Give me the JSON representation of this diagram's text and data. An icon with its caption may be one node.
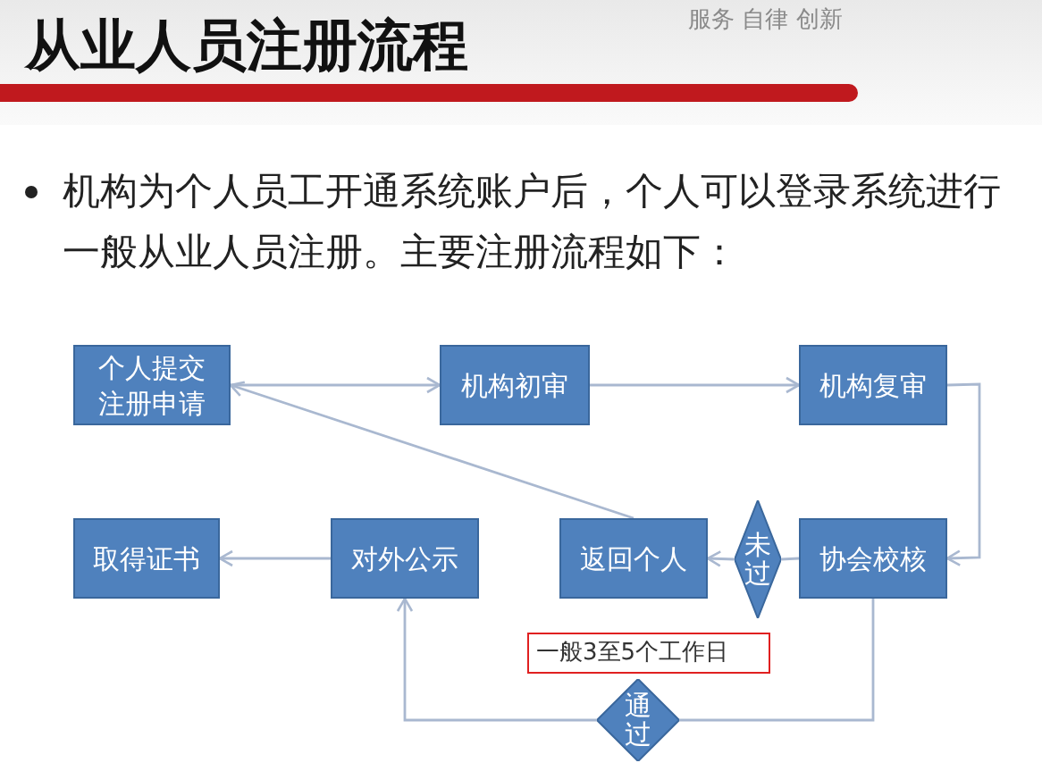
{
  "diagram": {
    "title": "从业人员注册流程",
    "nodes": [
      {
        "text": [
          "个人提交注册申请"
        ]
      },
      {
        "text": [
          "机构初审"
        ]
      },
      {
        "text": [
          "机构复审"
        ]
      },
      {
        "text": [
          "协会校核"
        ]
      },
      {
        "text": [
          "未过"
        ]
      },
      {
        "text": [
          "返回个人"
        ]
      },
      {
        "text": [
          "对外公示"
        ]
      },
      {
        "text": [
          "取得证书"
        ]
      },
      {
        "text": [
          "通过"
        ]
      },
      {
        "text": [
          "一般3至5个工作日"
        ]
      }
    ],
    "edges": [
      {
        "from": 0,
        "to": 1,
        "arrow": "to"
      },
      {
        "from": 1,
        "to": 2,
        "arrow": "to"
      },
      {
        "from": 2,
        "to": 3,
        "arrow": "to"
      },
      {
        "from": 3,
        "to": 4,
        "arrow": "none"
      },
      {
        "from": 4,
        "to": 5,
        "arrow": "to"
      },
      {
        "from": 5,
        "to": 0,
        "arrow": "to"
      },
      {
        "from": 3,
        "to": 8,
        "arrow": "none"
      },
      {
        "from": 8,
        "to": 6,
        "arrow": "to"
      },
      {
        "from": 6,
        "to": 7,
        "arrow": "to"
      }
    ],
    "labels": [
      "服务 自律 创新",
      "机构为个人员工开通系统账户后，个人可以登录系统进行一般从业人员注册。主要注册流程如下："
    ]
  }
}
